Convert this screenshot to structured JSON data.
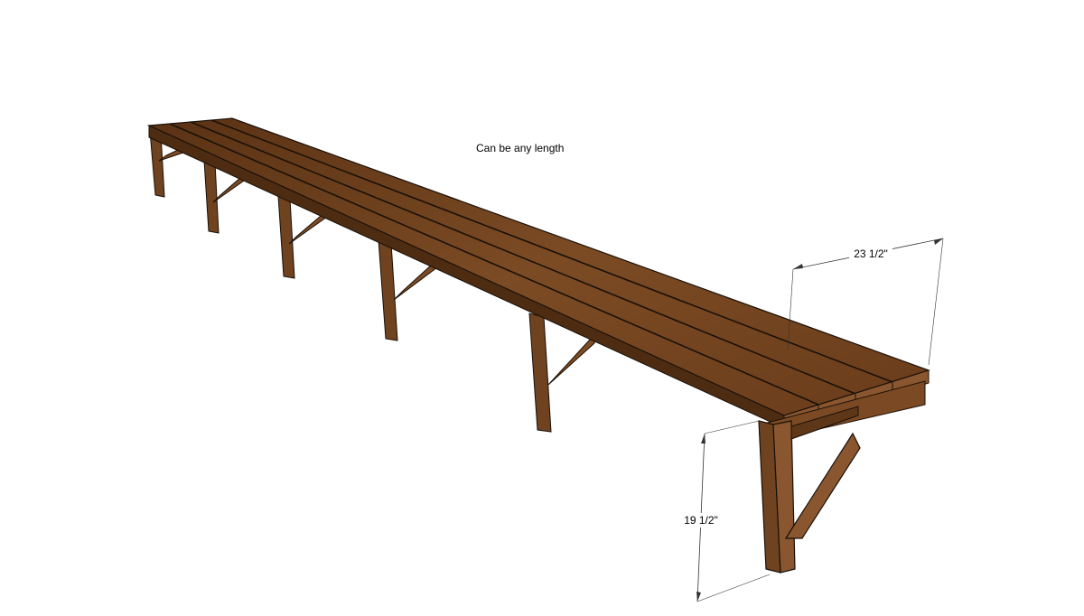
{
  "diagram": {
    "length_note": "Can be any length",
    "width_dimension": "23 1/2\"",
    "height_dimension": "19 1/2\""
  },
  "colors": {
    "wood_top": "#7a4a24",
    "wood_side": "#5e3618",
    "wood_front": "#6b3f1d",
    "leg_light": "#8a5630",
    "leg_dark": "#4e2c12",
    "outline": "#1a1008",
    "dimension_line": "#333333"
  },
  "bench": {
    "slat_count": 4,
    "leg_assembly_count": 6
  }
}
